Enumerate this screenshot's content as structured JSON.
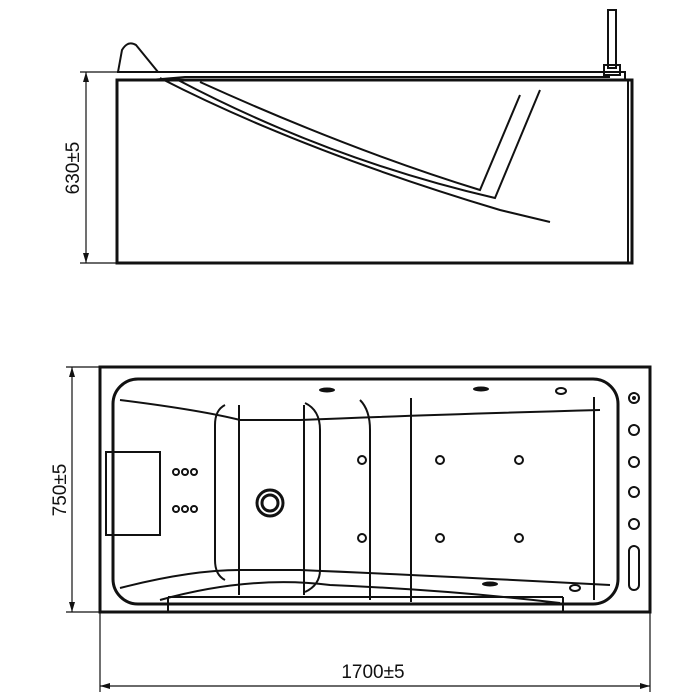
{
  "drawing": {
    "height_label": "630±5",
    "width_label": "750±5",
    "length_label": "1700±5"
  }
}
